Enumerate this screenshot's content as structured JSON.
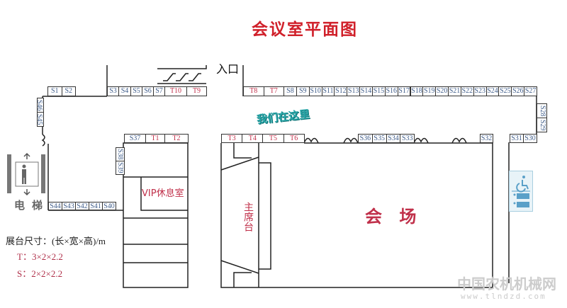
{
  "title": "会议室平面图",
  "entrance": "入口",
  "we_are_here": "我们在这里",
  "elevator": "电梯",
  "vip_room": "VIP休息室",
  "main_hall": "会 场",
  "podium": "主席台",
  "legend": {
    "heading": "展台尺寸：(长×宽×高)/m",
    "t_size": "T：3×2×2.2",
    "s_size": "S：2×2×2.2"
  },
  "watermark": {
    "name": "中国农机机械网",
    "url": "www.tlndzd.com"
  },
  "colors": {
    "t_booth": "#c0304a",
    "s_booth": "#3e5c8a",
    "label_red": "#d0202a"
  },
  "booths": {
    "top_left": [
      "S1",
      "S2"
    ],
    "top_center": [
      "S3",
      "S4",
      "S5",
      "S6",
      "S7",
      "T10",
      "T9"
    ],
    "top_right_t": [
      "T8",
      "T7"
    ],
    "top_right_s": [
      "S8",
      "S9",
      "S10",
      "S11",
      "S12",
      "S13",
      "S14",
      "S15",
      "S16",
      "S17",
      "S18",
      "S19",
      "S20",
      "S21",
      "S22",
      "S23",
      "S24",
      "S25",
      "S26",
      "S27"
    ],
    "right_side": [
      "S28",
      "S29"
    ],
    "right_lower": [
      "S31",
      "S30"
    ],
    "left_side": [
      "S46",
      "S45"
    ],
    "middle_left": [
      "S37",
      "T1",
      "T2"
    ],
    "inner_side": [
      "S38",
      "S39"
    ],
    "bottom_left": [
      "S44",
      "S43",
      "S42",
      "S41",
      "S40"
    ],
    "hall_t": [
      "T3",
      "T4",
      "T5",
      "T6"
    ],
    "hall_s": [
      "S36",
      "S35",
      "S34",
      "S33"
    ],
    "hall_s32": [
      "S32"
    ]
  }
}
